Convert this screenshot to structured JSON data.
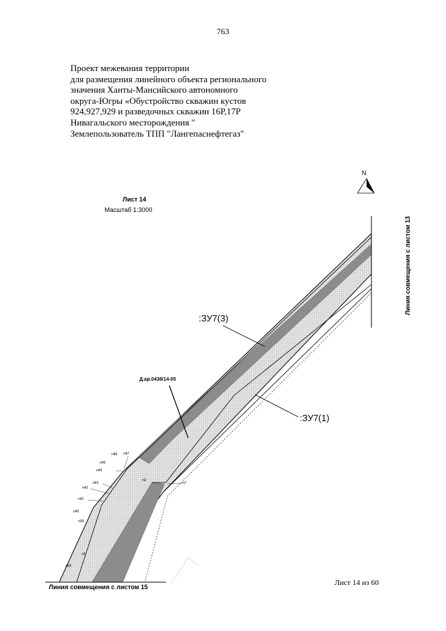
{
  "page_number": "763",
  "header_lines": [
    "Проект межевания территории",
    "для размещения линейного объекта регионального",
    "значения Ханты-Мансийского автономного",
    "округа-Югры «Обустройство скважин кустов",
    "924,927,929 и разведочных скважин 16Р,17Р",
    "Нивагальского месторождения \"",
    "Землепользователь ТПП \"Лангепаснефтегаз\""
  ],
  "map": {
    "sheet_title": "Лист 14",
    "scale": "Масштаб 1:3000",
    "north": "N",
    "match_line_right": "Линия совмещения с листом 13",
    "match_line_bottom": "Линия совмещения с листом 15",
    "plot_labels": {
      "zu7_3": ":ЗУ7(3)",
      "zu7_1": ":ЗУ7(1)",
      "lease": "Д.ар.0438/14-05"
    },
    "points": {
      "n46": "n46",
      "n47": "n47",
      "n45": "n45",
      "n44": "n44",
      "n43": "n43",
      "n42": "n42",
      "n41": "n41",
      "n40": "n40",
      "n39": "n39",
      "n3": "n3",
      "n7": "n7",
      "n2": "n2",
      "n63": "n63"
    },
    "colors": {
      "band": "#8c8c8c",
      "stipple": "#d9d9d9",
      "line": "#000000"
    }
  },
  "footer": "Лист 14 из 60"
}
